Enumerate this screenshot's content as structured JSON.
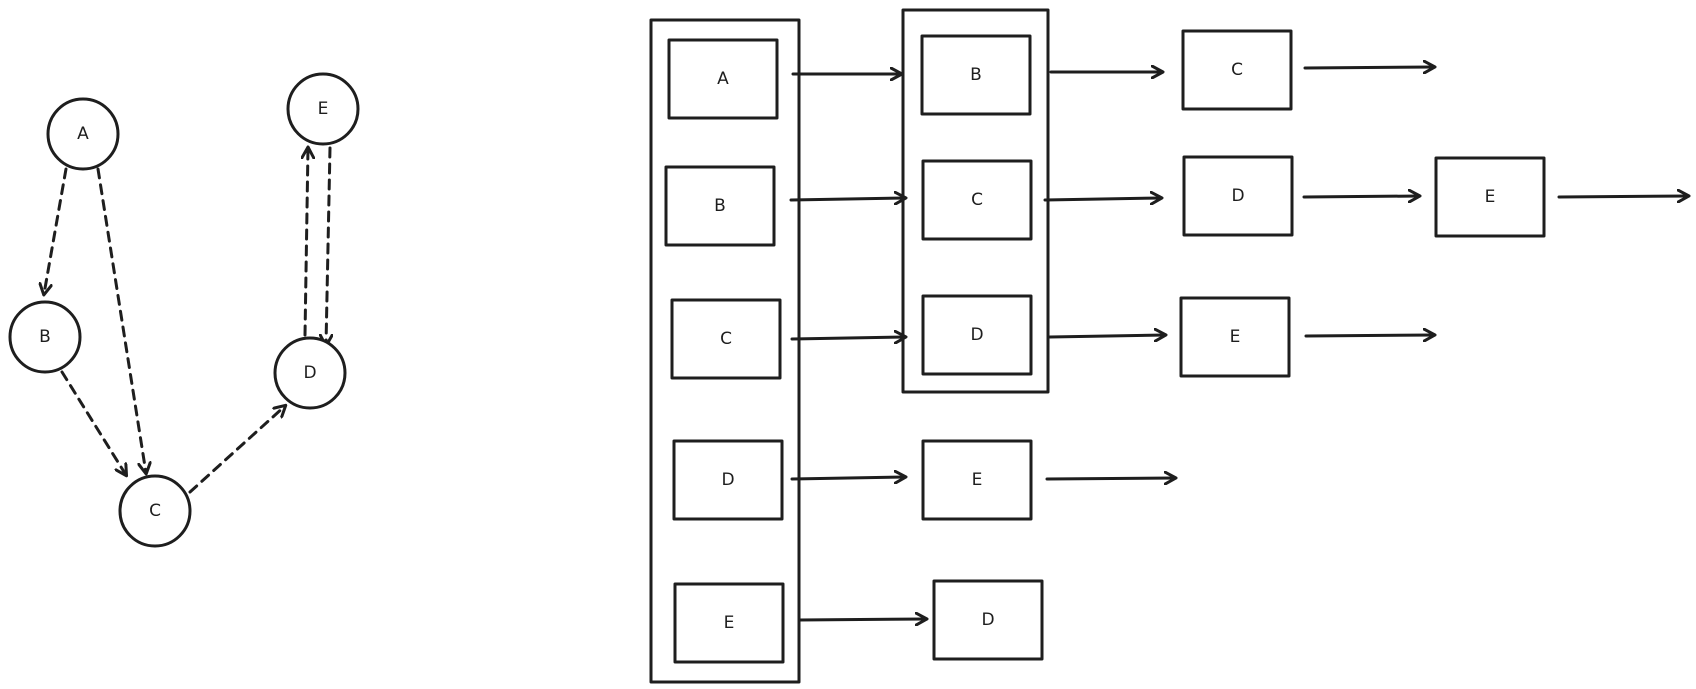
{
  "colors": {
    "stroke": "#1e1e1e",
    "background": "#ffffff"
  },
  "graph": {
    "nodes": [
      {
        "id": "A",
        "label": "A"
      },
      {
        "id": "B",
        "label": "B"
      },
      {
        "id": "C",
        "label": "C"
      },
      {
        "id": "D",
        "label": "D"
      },
      {
        "id": "E",
        "label": "E"
      }
    ],
    "edges": [
      {
        "from": "A",
        "to": "B"
      },
      {
        "from": "A",
        "to": "C"
      },
      {
        "from": "B",
        "to": "C"
      },
      {
        "from": "C",
        "to": "D"
      },
      {
        "from": "D",
        "to": "E"
      },
      {
        "from": "E",
        "to": "D"
      }
    ]
  },
  "adjacency_list": {
    "heads": [
      "A",
      "B",
      "C",
      "D",
      "E"
    ],
    "rows": [
      [
        "B",
        "C"
      ],
      [
        "C",
        "D",
        "E"
      ],
      [
        "D",
        "E"
      ],
      [
        "E"
      ],
      [
        "D"
      ]
    ]
  }
}
